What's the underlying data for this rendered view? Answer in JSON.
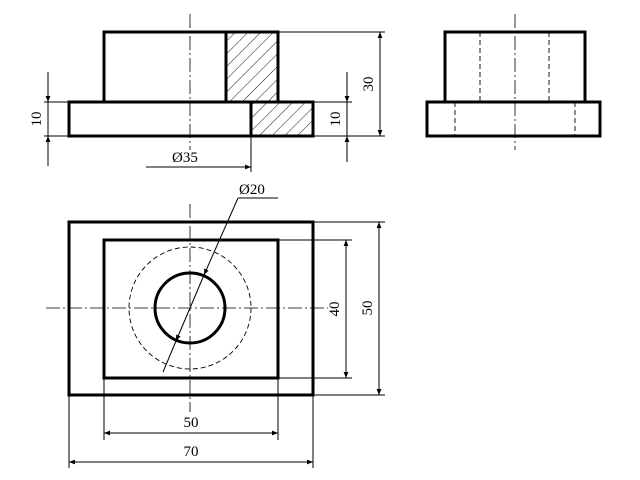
{
  "drawing": {
    "dimensions": {
      "base_height": "10",
      "base_height_right": "10",
      "total_height": "30",
      "bore_diameter_front": "Ø35",
      "hole_diameter_top": "Ø20",
      "boss_depth": "40",
      "base_depth": "50",
      "boss_width": "50",
      "base_width": "70"
    }
  }
}
